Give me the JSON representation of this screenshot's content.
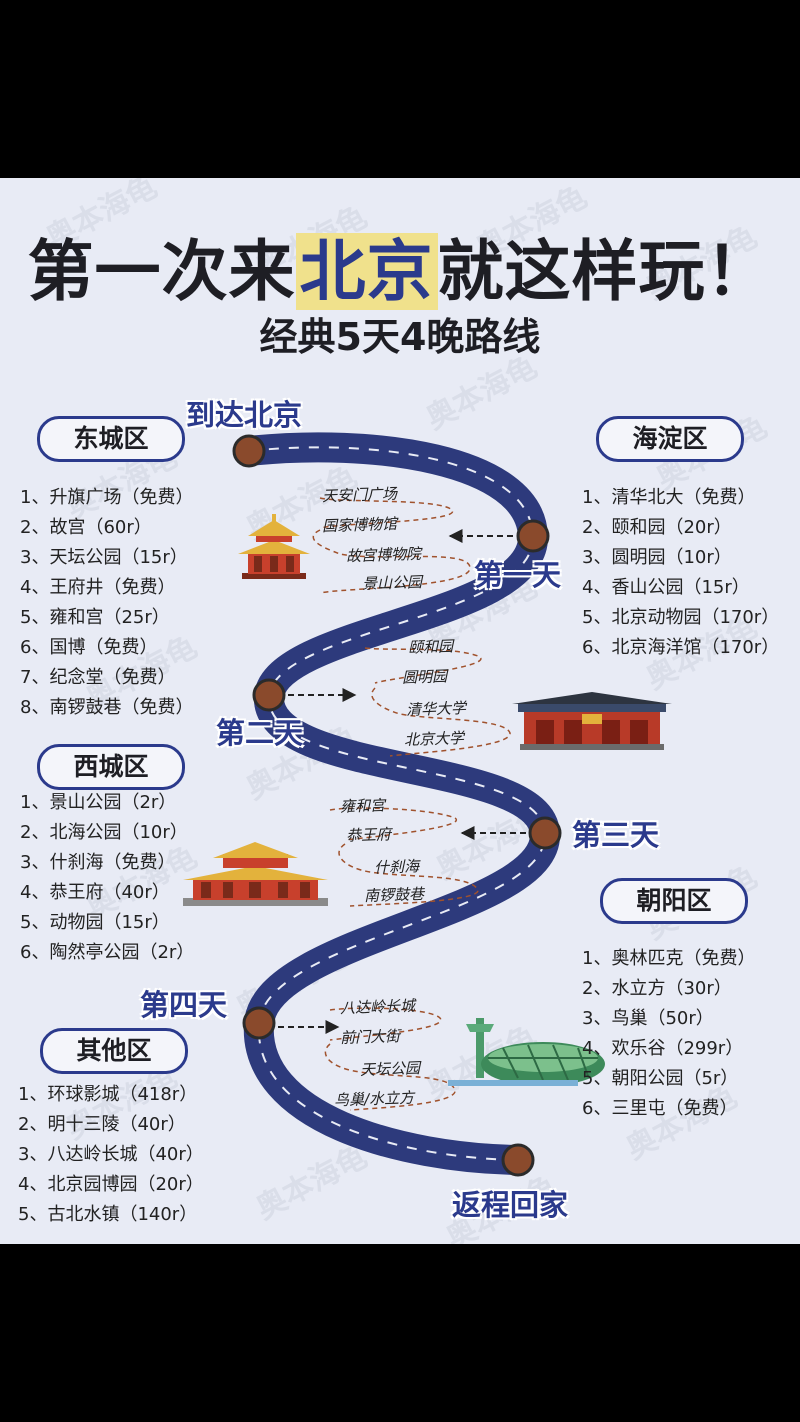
{
  "title": {
    "pre": "第一次来",
    "highlight": "北京",
    "post": "就这样玩！"
  },
  "subtitle": "经典5天4晚路线",
  "watermark": "奥本海龟",
  "route": {
    "start": "到达北京",
    "end": "返程回家",
    "days": [
      {
        "label": "第一天",
        "stops": [
          "天安门广场",
          "国家博物馆",
          "故宫博物院",
          "景山公园"
        ]
      },
      {
        "label": "第二天",
        "stops": [
          "颐和园",
          "圆明园",
          "清华大学",
          "北京大学"
        ]
      },
      {
        "label": "第三天",
        "stops": [
          "雍和宫",
          "恭王府",
          "什刹海",
          "南锣鼓巷"
        ]
      },
      {
        "label": "第四天",
        "stops": [
          "八达岭长城",
          "前门大街",
          "天坛公园",
          "鸟巢/水立方"
        ]
      }
    ]
  },
  "districts": {
    "dongcheng": {
      "name": "东城区",
      "items": [
        "1、升旗广场（免费）",
        "2、故宫（60r）",
        "3、天坛公园（15r）",
        "4、王府井（免费）",
        "5、雍和宫（25r）",
        "6、国博（免费）",
        "7、纪念堂（免费）",
        "8、南锣鼓巷（免费）"
      ]
    },
    "xicheng": {
      "name": "西城区",
      "items": [
        "1、景山公园（2r）",
        "2、北海公园（10r）",
        "3、什刹海（免费）",
        "4、恭王府（40r）",
        "5、动物园（15r）",
        "6、陶然亭公园（2r）"
      ]
    },
    "other": {
      "name": "其他区",
      "items": [
        "1、环球影城（418r）",
        "2、明十三陵（40r）",
        "3、八达岭长城（40r）",
        "4、北京园博园（20r）",
        "5、古北水镇（140r）"
      ]
    },
    "haidian": {
      "name": "海淀区",
      "items": [
        "1、清华北大（免费）",
        "2、颐和园（20r）",
        "3、圆明园（10r）",
        "4、香山公园（15r）",
        "5、北京动物园（170r）",
        "6、北京海洋馆（170r）"
      ]
    },
    "chaoyang": {
      "name": "朝阳区",
      "items": [
        "1、奥林匹克（免费）",
        "2、水立方（30r）",
        "3、鸟巢（50r）",
        "4、欢乐谷（299r）",
        "5、朝阳公园（5r）",
        "6、三里屯（免费）"
      ]
    }
  },
  "colors": {
    "route": "#2d3a7c",
    "node": "#8a4a2c",
    "accent": "#2b3a8c",
    "highlight": "#f0e18c"
  },
  "icons": [
    "temple-icon",
    "gate-icon",
    "palace-icon",
    "stadium-icon"
  ]
}
